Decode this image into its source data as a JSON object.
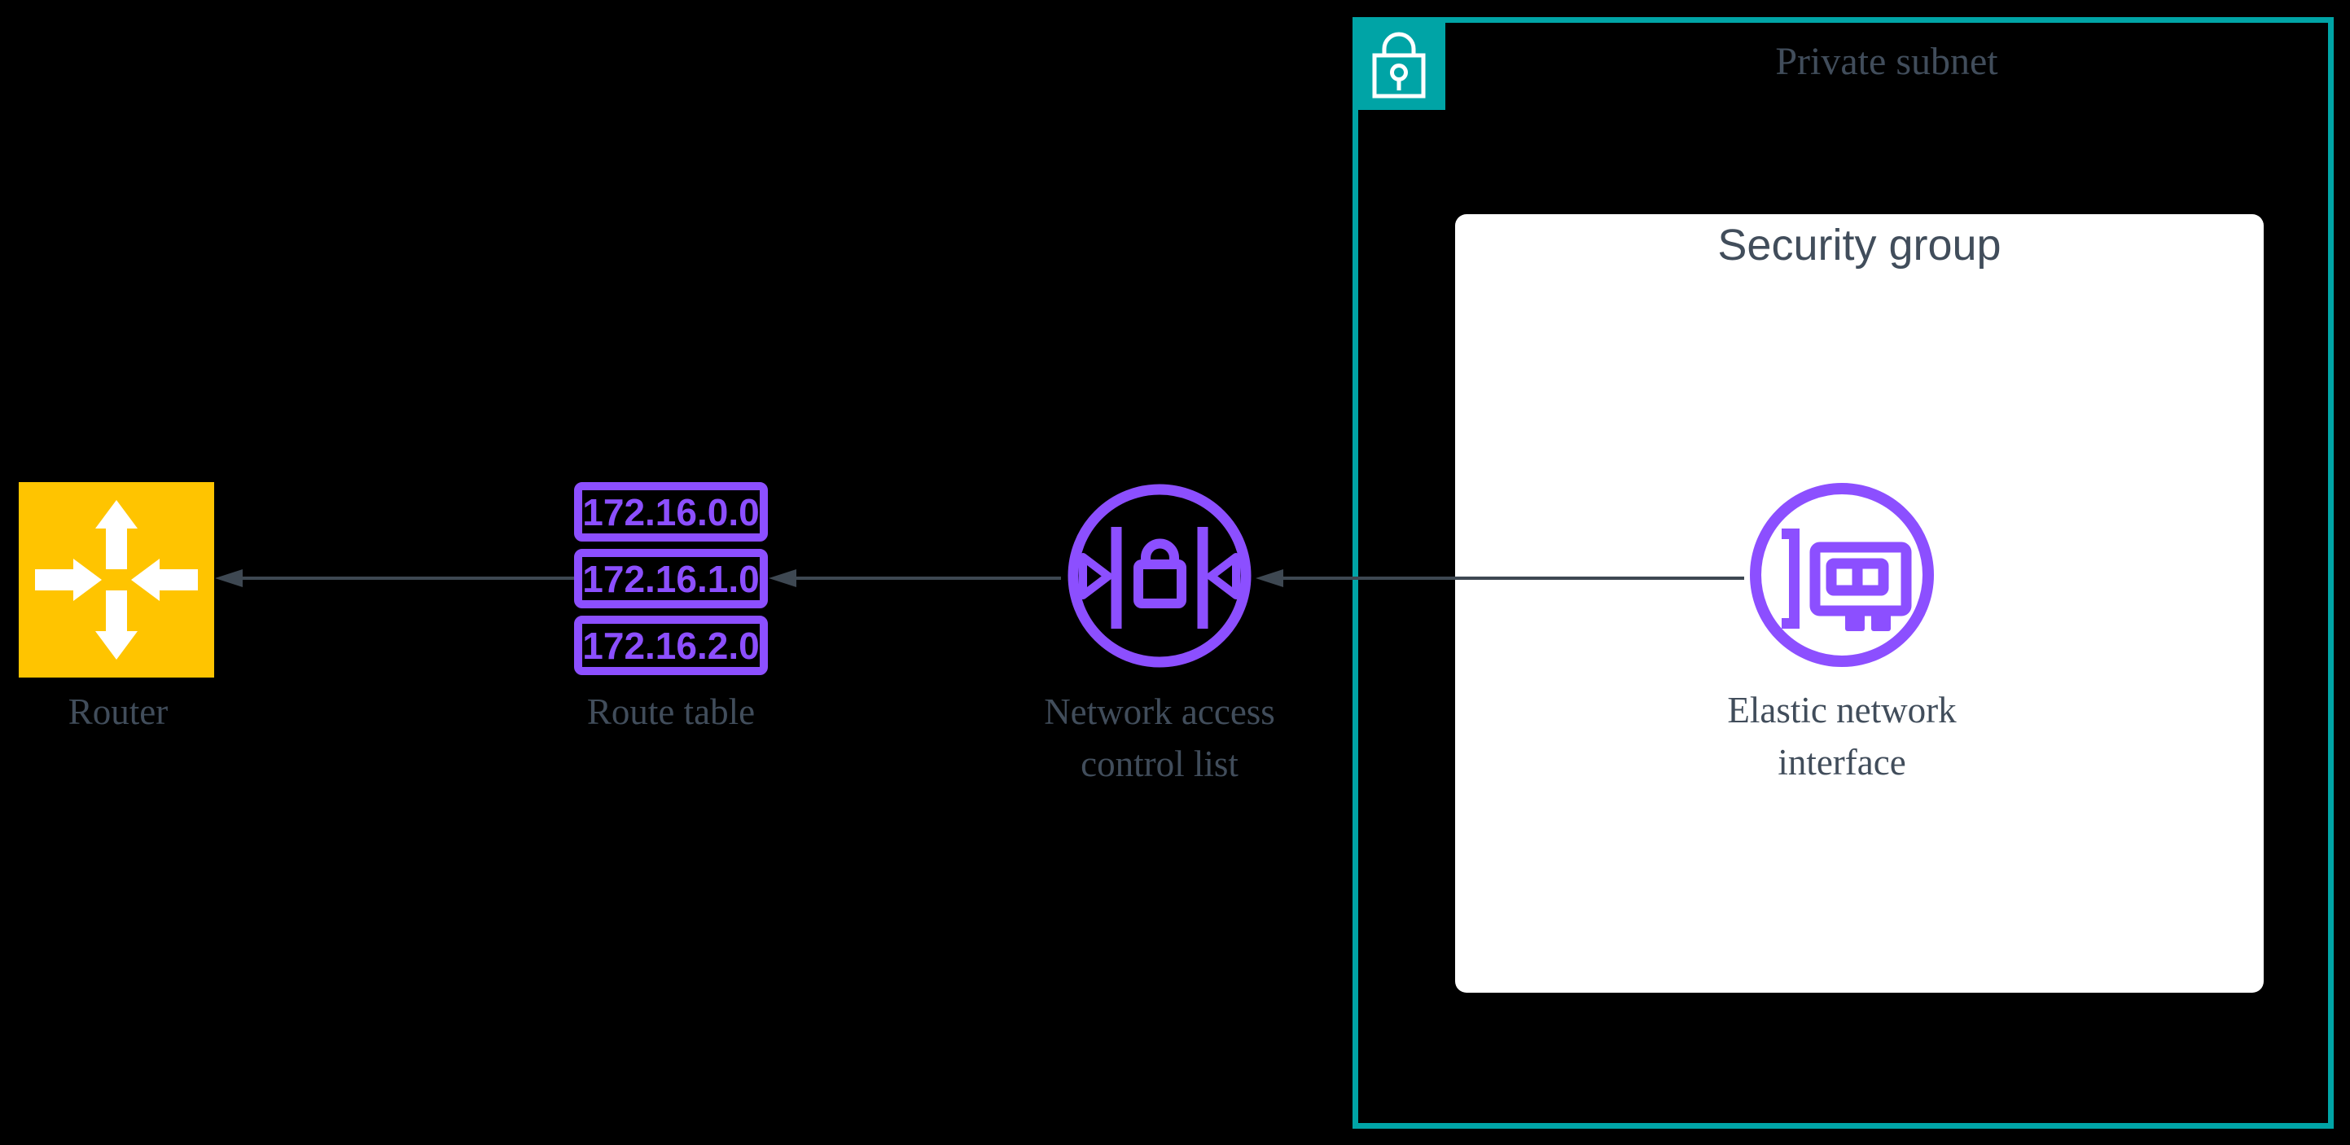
{
  "colors": {
    "background": "#000000",
    "router_gold": "#FFC400",
    "vpc_purple": "#8C4FFF",
    "subnet_teal": "#00A4A6",
    "connector_slate": "#3E4852",
    "label_slate": "#414D5B",
    "security_group_bg": "#FFFFFF"
  },
  "router": {
    "label": "Router",
    "icon": "router-arrows-icon"
  },
  "route_table": {
    "label": "Route table",
    "icon": "route-table-rows",
    "routes": [
      "172.16.0.0",
      "172.16.1.0",
      "172.16.2.0"
    ]
  },
  "network_acl": {
    "label_line1": "Network access",
    "label_line2": "control list",
    "icon": "network-acl-lock-icon"
  },
  "private_subnet": {
    "label": "Private subnet",
    "badge_icon": "lock-icon",
    "security_group": {
      "label": "Security group",
      "elastic_network_interface": {
        "label_line1": "Elastic network",
        "label_line2": "interface",
        "icon": "network-card-icon"
      }
    }
  }
}
